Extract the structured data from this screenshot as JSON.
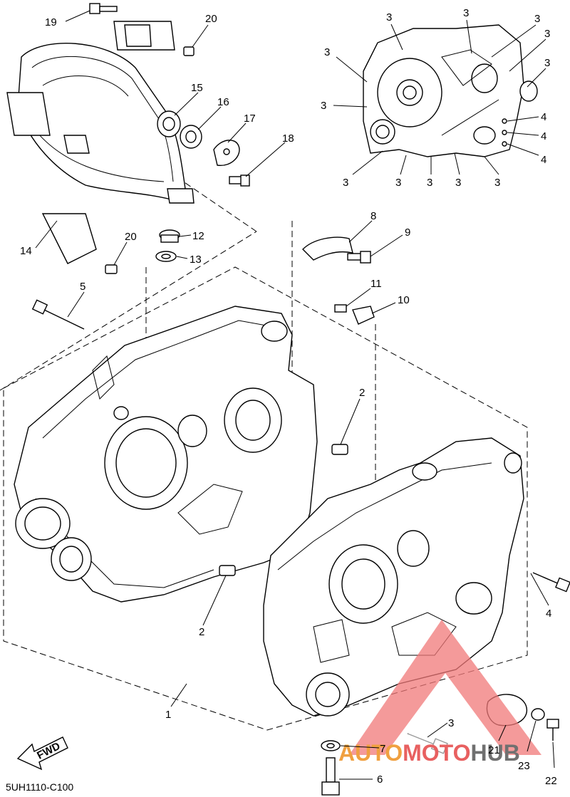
{
  "diagram": {
    "code": "5UH1110-C100",
    "fwd_label": "FWD",
    "callouts": [
      {
        "id": "c19",
        "text": "19"
      },
      {
        "id": "c20a",
        "text": "20"
      },
      {
        "id": "c15",
        "text": "15"
      },
      {
        "id": "c16",
        "text": "16"
      },
      {
        "id": "c17",
        "text": "17"
      },
      {
        "id": "c18",
        "text": "18"
      },
      {
        "id": "c14",
        "text": "14"
      },
      {
        "id": "c20b",
        "text": "20"
      },
      {
        "id": "c12",
        "text": "12"
      },
      {
        "id": "c13",
        "text": "13"
      },
      {
        "id": "c5",
        "text": "5"
      },
      {
        "id": "c8",
        "text": "8"
      },
      {
        "id": "c9",
        "text": "9"
      },
      {
        "id": "c11",
        "text": "11"
      },
      {
        "id": "c10",
        "text": "10"
      },
      {
        "id": "c2a",
        "text": "2"
      },
      {
        "id": "c2b",
        "text": "2"
      },
      {
        "id": "c1",
        "text": "1"
      },
      {
        "id": "c4a",
        "text": "4"
      },
      {
        "id": "c3a",
        "text": "3"
      },
      {
        "id": "c7",
        "text": "7"
      },
      {
        "id": "c6",
        "text": "6"
      },
      {
        "id": "c21",
        "text": "21"
      },
      {
        "id": "c23",
        "text": "23"
      },
      {
        "id": "c22",
        "text": "22"
      },
      {
        "id": "i3a",
        "text": "3"
      },
      {
        "id": "i3b",
        "text": "3"
      },
      {
        "id": "i3c",
        "text": "3"
      },
      {
        "id": "i3d",
        "text": "3"
      },
      {
        "id": "i3e",
        "text": "3"
      },
      {
        "id": "i3f",
        "text": "3"
      },
      {
        "id": "i3g",
        "text": "3"
      },
      {
        "id": "i4a",
        "text": "4"
      },
      {
        "id": "i4b",
        "text": "4"
      },
      {
        "id": "i4c",
        "text": "4"
      },
      {
        "id": "i3h",
        "text": "3"
      },
      {
        "id": "i3i",
        "text": "3"
      },
      {
        "id": "i3j",
        "text": "3"
      },
      {
        "id": "i3k",
        "text": "3"
      },
      {
        "id": "i3l",
        "text": "3"
      }
    ]
  },
  "watermark": {
    "part1": "AUTO",
    "part2": "MOTO",
    "part3": "HUB",
    "color_red": "#e86060",
    "color_orange": "#f0a040",
    "color_gray": "#707070"
  }
}
